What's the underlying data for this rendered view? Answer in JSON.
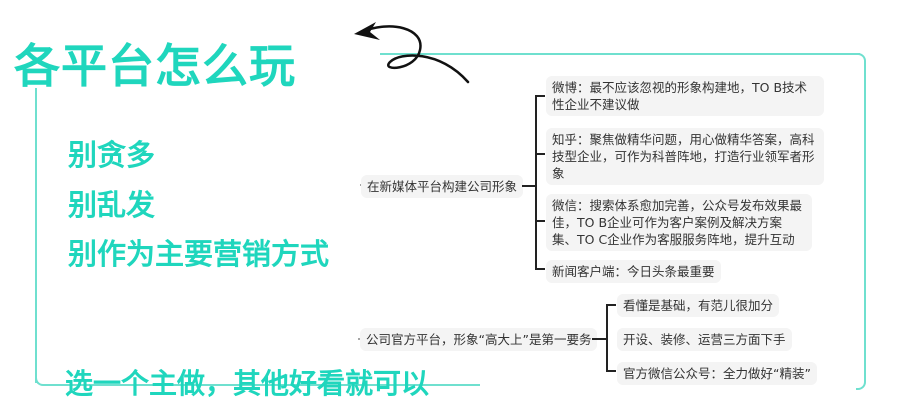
{
  "title": "各平台怎么玩",
  "tips": [
    "别贪多",
    "别乱发",
    "别作为主要营销方式"
  ],
  "bottom_note": "选一个主做，其他好看就可以",
  "colors": {
    "accent": "#1fd6bd",
    "frame": "#6fe0cf",
    "node_bg": "#f4f4f4",
    "line": "#222222"
  },
  "mindmap": {
    "branch1": {
      "label": "在新媒体平台构建公司形象",
      "children": [
        "微博：最不应该忽视的形象构建地，TO B技术性企业不建议做",
        "知乎：聚焦做精华问题，用心做精华答案，高科技型企业，可作为科普阵地，打造行业领军者形象",
        "微信：搜索体系愈加完善，公众号发布效果最佳，TO B企业可作为客户案例及解决方案集、TO C企业作为客服服务阵地，提升互动",
        "新闻客户端：今日头条最重要"
      ]
    },
    "branch2": {
      "label": "公司官方平台，形象“高大上”是第一要务",
      "children": [
        "看懂是基础，有范儿很加分",
        "开设、装修、运营三方面下手",
        "官方微信公众号：全力做好“精装”"
      ]
    }
  },
  "icons": {
    "arrow": "curly-arrow-icon"
  }
}
